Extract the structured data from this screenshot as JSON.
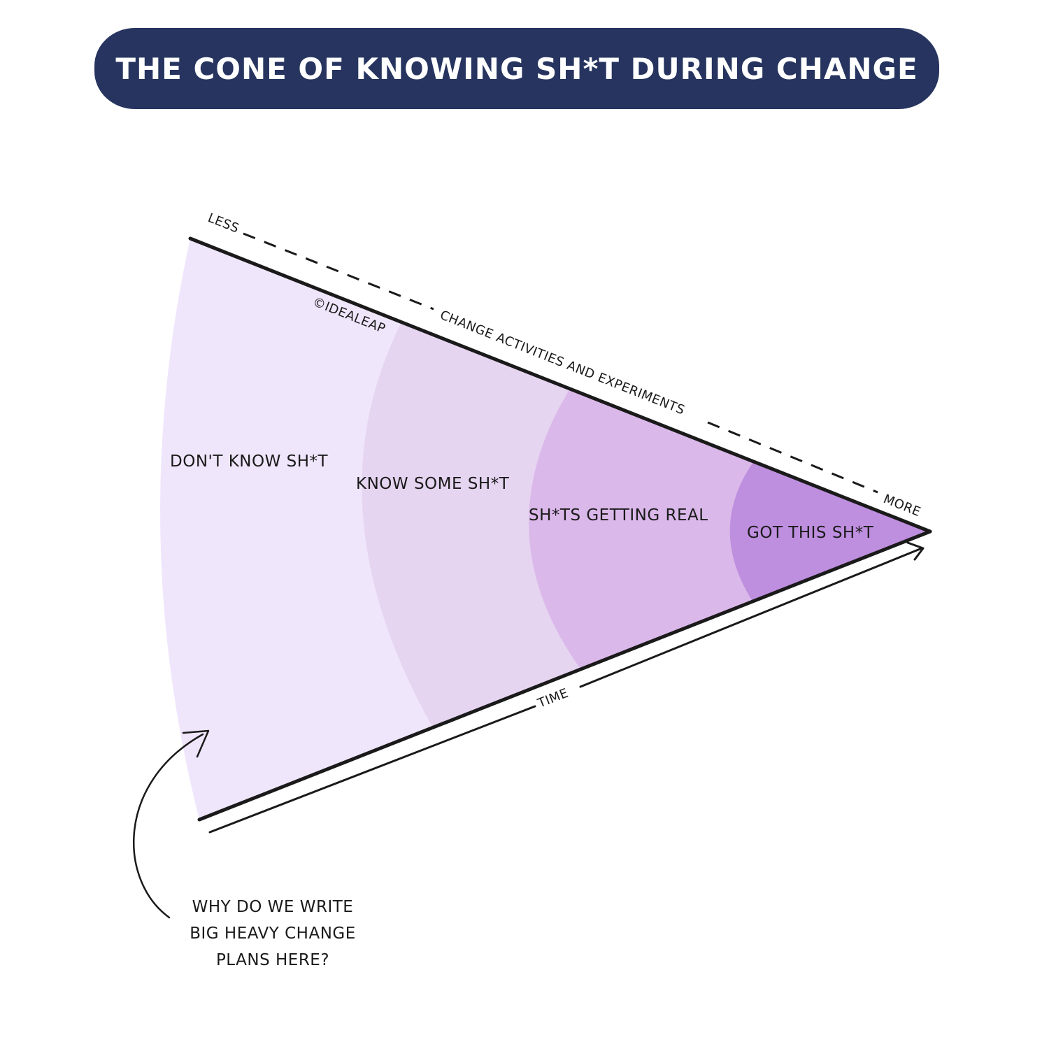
{
  "title": "THE CONE OF KNOWING SH*T DURING CHANGE",
  "zones": [
    {
      "label": "DON'T KNOW SH*T",
      "color": "#f0e6fc"
    },
    {
      "label": "KNOW SOME SH*T",
      "color": "#e6d5f1"
    },
    {
      "label": "SH*TS GETTING REAL",
      "color": "#dbb8ea"
    },
    {
      "label": "GOT THIS SH*T",
      "color": "#bf8fdf"
    }
  ],
  "axes": {
    "top_start": "LESS",
    "top_middle": "CHANGE ACTIVITIES AND EXPERIMENTS",
    "top_end": "MORE",
    "bottom": "TIME"
  },
  "copyright": "©IDEALEAP",
  "note": {
    "lines": [
      "WHY DO WE WRITE",
      "BIG HEAVY CHANGE",
      "PLANS HERE?"
    ]
  },
  "colors": {
    "banner": "#26345f",
    "banner_text": "#ffffff",
    "ink": "#1a1a1a"
  }
}
